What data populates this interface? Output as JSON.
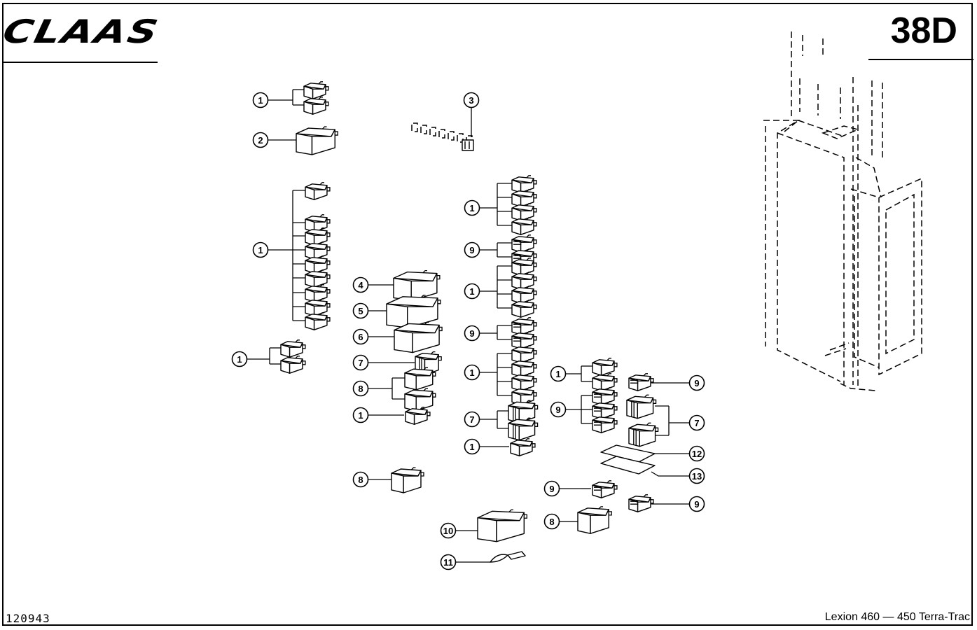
{
  "header": {
    "brand": "CLAAS",
    "page_code": "38D"
  },
  "footer": {
    "drawing_number": "120943",
    "model": "Lexion 460 — 450 Terra-Trac"
  },
  "callouts": [
    "1",
    "2",
    "3",
    "1",
    "1",
    "4",
    "5",
    "6",
    "7",
    "8",
    "1",
    "1",
    "9",
    "1",
    "9",
    "1",
    "7",
    "1",
    "8",
    "1",
    "9",
    "9",
    "7",
    "12",
    "13",
    "9",
    "9",
    "8",
    "10",
    "11"
  ]
}
